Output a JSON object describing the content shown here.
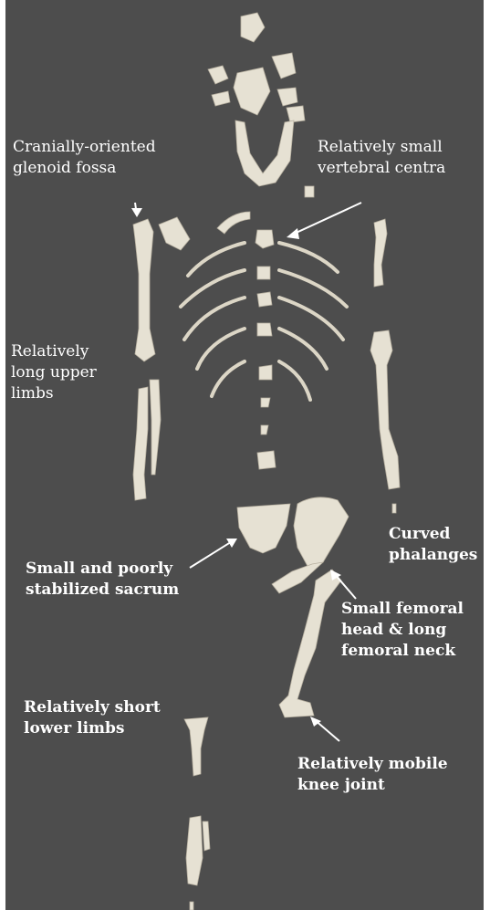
{
  "annotations": [
    {
      "id": "glenoid",
      "lines": [
        "Cranially-oriented",
        "glenoid fossa"
      ]
    },
    {
      "id": "vertebral",
      "lines": [
        "Relatively small",
        "vertebral centra"
      ]
    },
    {
      "id": "upper-limbs",
      "lines": [
        "Relatively",
        "long upper",
        "limbs"
      ]
    },
    {
      "id": "phalanges",
      "lines": [
        "Curved",
        "phalanges"
      ]
    },
    {
      "id": "sacrum",
      "lines": [
        "Small and poorly",
        "stabilized sacrum"
      ]
    },
    {
      "id": "femoral",
      "lines": [
        "Small femoral",
        "head & long",
        "femoral neck"
      ]
    },
    {
      "id": "lower-limbs",
      "lines": [
        "Relatively short",
        "lower limbs"
      ]
    },
    {
      "id": "knee",
      "lines": [
        "Relatively mobile",
        "knee joint"
      ]
    }
  ]
}
